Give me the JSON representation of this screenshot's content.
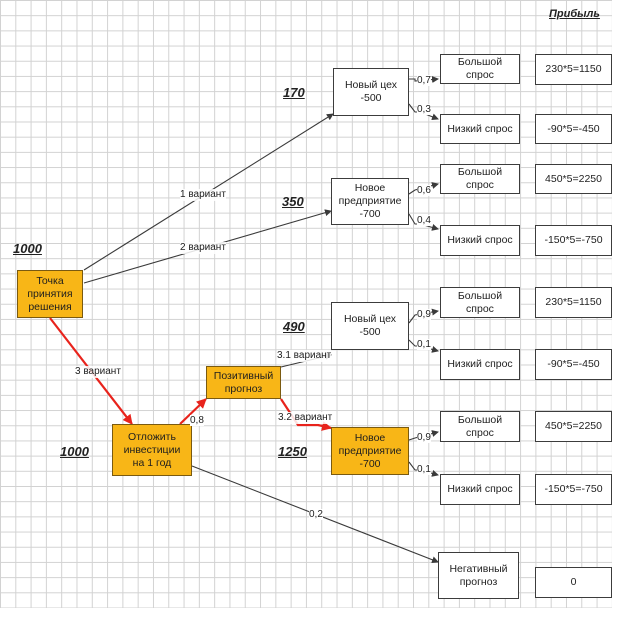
{
  "header": {
    "profit_title": "Прибыль"
  },
  "nodes": {
    "decision": "Точка\nпринятия\nрешения",
    "postpone": "Отложить\nинвестиции\nна 1 год",
    "positive": "Позитивный\nпрогноз",
    "a_shop": "Новый цех\n-500",
    "a_enterprise": "Новое\nпредприятие\n-700",
    "c_shop": "Новый цех\n-500",
    "c_enterprise": "Новое\nпредприятие\n-700",
    "negative": "Негативный\nпрогноз"
  },
  "demand": {
    "high": "Большой\nспрос",
    "low": "Низкий спрос"
  },
  "profits": {
    "p1": "230*5=1150",
    "p2": "-90*5=-450",
    "p3": "450*5=2250",
    "p4": "-150*5=-750",
    "p5": "230*5=1150",
    "p6": "-90*5=-450",
    "p7": "450*5=2250",
    "p8": "-150*5=-750",
    "p9": "0"
  },
  "branch_labels": {
    "v1": "1 вариант",
    "v2": "2 вариант",
    "v3": "3 вариант",
    "v31": "3.1 вариант",
    "v32": "3.2 вариант"
  },
  "probabilities": {
    "a_shop_high": "0,7",
    "a_shop_low": "0,3",
    "a_ent_high": "0,6",
    "a_ent_low": "0,4",
    "c_shop_high": "0,9",
    "c_shop_low": "0,1",
    "c_ent_high": "0,9",
    "c_ent_low": "0,1",
    "positive": "0,8",
    "negative": "0,2"
  },
  "expected_values": {
    "decision": "1000",
    "postpone": "1000",
    "a_shop": "170",
    "a_enterprise": "350",
    "c_shop": "490",
    "c_enterprise": "1250"
  },
  "colors": {
    "node_fill": "#f8b617",
    "chosen_path": "#e8231c",
    "edge": "#3a3a3a"
  }
}
